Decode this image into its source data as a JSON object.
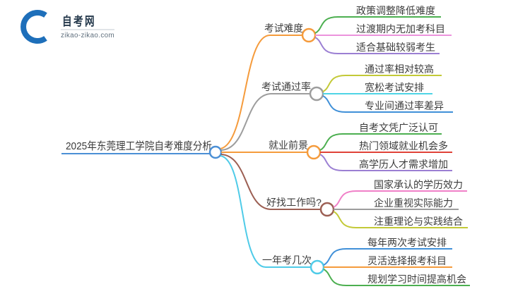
{
  "logo": {
    "title": "自考网",
    "domain": "zikao-zikao.com"
  },
  "central": {
    "label": "2025年东莞理工学院自考难度分析"
  },
  "branches": [
    {
      "label": "考试难度",
      "color": "orange",
      "children": [
        {
          "label": "政策调整降低难度",
          "color": "green"
        },
        {
          "label": "过渡期内无加考科目",
          "color": "orchid"
        },
        {
          "label": "适合基础较弱考生",
          "color": "purple"
        }
      ]
    },
    {
      "label": "考试通过率",
      "color": "gray",
      "children": [
        {
          "label": "通过率相对较高",
          "color": "olive"
        },
        {
          "label": "宽松考试安排",
          "color": "cyan"
        },
        {
          "label": "专业间通过率差异",
          "color": "blue"
        }
      ]
    },
    {
      "label": "就业前景",
      "color": "orange",
      "children": [
        {
          "label": "自考文凭广泛认可",
          "color": "green"
        },
        {
          "label": "热门领域就业机会多",
          "color": "red"
        },
        {
          "label": "高学历人才需求增加",
          "color": "purple"
        }
      ]
    },
    {
      "label": "好找工作吗?",
      "color": "brown",
      "children": [
        {
          "label": "国家承认的学历效力",
          "color": "pink"
        },
        {
          "label": "企业重视实际能力",
          "color": "gray"
        },
        {
          "label": "注重理论与实践结合",
          "color": "olive"
        }
      ]
    },
    {
      "label": "一年考几次",
      "color": "cyan2",
      "children": [
        {
          "label": "每年两次考试安排",
          "color": "blue"
        },
        {
          "label": "灵活选择报考科目",
          "color": "orange"
        },
        {
          "label": "规划学习时间提高机会",
          "color": "green"
        }
      ]
    }
  ],
  "colors": {
    "central": "#4b8fd5",
    "orange": "#f59b3c",
    "gray": "#9d9d9d",
    "brown": "#9c5f53",
    "cyan2": "#4fcbe8",
    "green": "#4caf50",
    "orchid": "#ec93dc",
    "purple": "#9b7fd3",
    "olive": "#c3c937",
    "cyan": "#4ed4e6",
    "blue": "#4090d8",
    "red": "#e04238",
    "pink": "#f080c8",
    "text": "#3c3c3c",
    "logo_red": "#e8494f",
    "logo_blue": "#1e6fba"
  }
}
